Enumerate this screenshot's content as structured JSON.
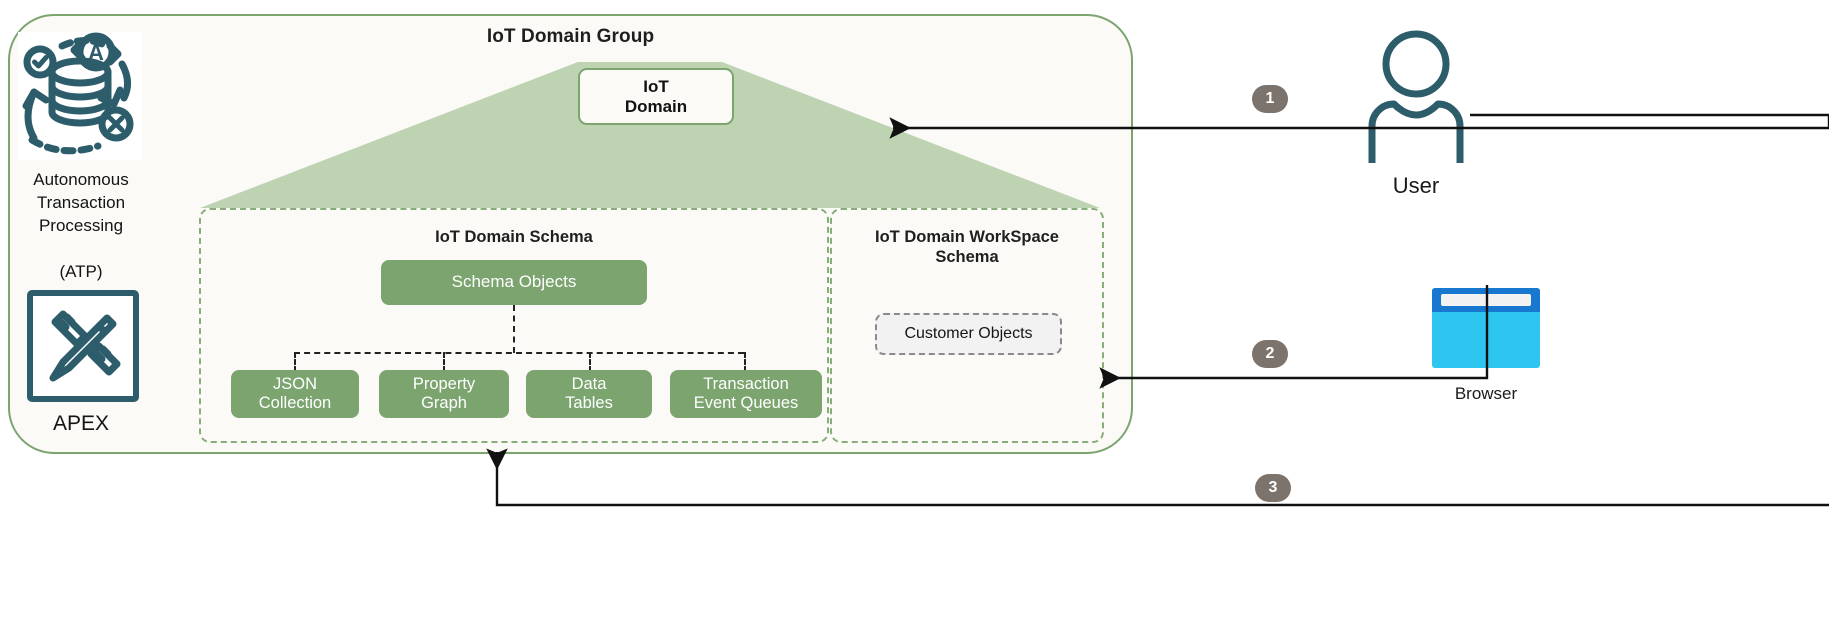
{
  "diagram": {
    "group_title": "IoT Domain Group",
    "top_node": "IoT\nDomain",
    "top_node_line1": "IoT",
    "top_node_line2": "Domain"
  },
  "left_column": {
    "atp_icon": "autonomous-database-icon",
    "atp_label_line1": "Autonomous",
    "atp_label_line2": "Transaction",
    "atp_label_line3": "Processing",
    "atp_label_line4": "(ATP)",
    "apex_icon": "ruler-pencil-icon",
    "apex_label": "APEX"
  },
  "schema_region": {
    "title": "IoT Domain Schema",
    "root_node": "Schema Objects",
    "children": [
      {
        "line1": "JSON",
        "line2": "Collection"
      },
      {
        "line1": "Property",
        "line2": "Graph"
      },
      {
        "line1": "Data",
        "line2": "Tables"
      },
      {
        "line1": "Transaction",
        "line2": "Event Queues"
      }
    ]
  },
  "workspace_region": {
    "title_line1": "IoT Domain WorkSpace",
    "title_line2": "Schema",
    "node": "Customer Objects"
  },
  "actors": {
    "user_label": "User",
    "user_icon": "person-icon",
    "browser_label": "Browser",
    "browser_icon": "browser-window-icon"
  },
  "steps": [
    {
      "number": "1"
    },
    {
      "number": "2"
    },
    {
      "number": "3"
    }
  ],
  "colors": {
    "green_node": "#7ba46f",
    "roof_fill": "#bdd3b2",
    "container_border": "#7ba46f",
    "container_bg": "#fbfaf6",
    "dashed_region": "#86ad7a",
    "badge": "#7c736c",
    "icon_teal": "#2d5c6b",
    "browser_blue": "#1878d0",
    "browser_body": "#2ec6f0"
  }
}
